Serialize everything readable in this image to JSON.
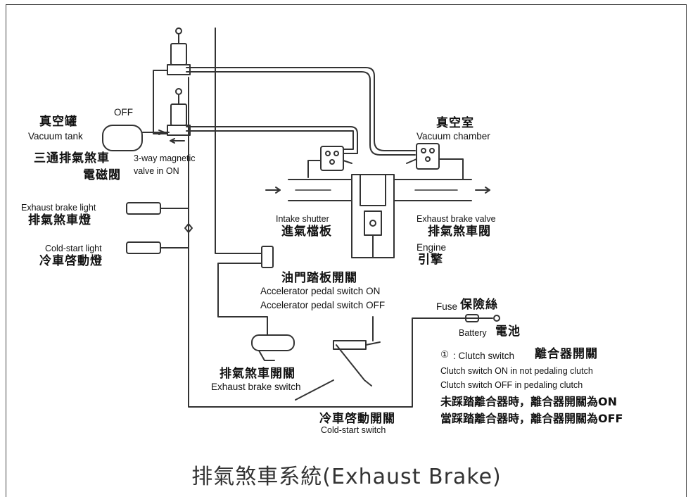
{
  "title": "排氣煞車系統(Exhaust Brake)",
  "labels": {
    "off": "OFF",
    "vacuum_tank_zh": "真空罐",
    "vacuum_tank_en": "Vacuum tank",
    "three_way_zh_1": "三通排氣煞車",
    "three_way_zh_2": "電磁閥",
    "three_way_en_1": "3-way magnetic",
    "three_way_en_2": "valve in ON",
    "vacuum_chamber_zh": "真空室",
    "vacuum_chamber_en": "Vacuum chamber",
    "exhaust_light_en": "Exhaust brake light",
    "exhaust_light_zh": "排氣煞車燈",
    "cold_light_en": "Cold-start light",
    "cold_light_zh": "冷車啓動燈",
    "intake_shutter_en": "Intake shutter",
    "intake_shutter_zh": "進氣檔板",
    "exhaust_valve_en": "Exhaust brake valve",
    "exhaust_valve_zh": "排氣煞車閥",
    "engine_en": "Engine",
    "engine_zh": "引擎",
    "accel_switch_zh": "油門踏板開關",
    "accel_switch_on": "Accelerator pedal switch ON",
    "accel_switch_off": "Accelerator pedal switch OFF",
    "fuse_en": "Fuse",
    "fuse_zh": "保險絲",
    "battery_en": "Battery",
    "battery_zh": "電池",
    "clutch_marker": "①",
    "clutch_en": ": Clutch switch",
    "clutch_zh": "離合器開關",
    "clutch_on": "Clutch switch ON in not pedaling clutch",
    "clutch_off": "Clutch switch OFF in pedaling clutch",
    "clutch_zh_on": "未踩踏離合器時，離合器開關為ON",
    "clutch_zh_off": "當踩踏離合器時，離合器開關為OFF",
    "exhaust_switch_zh": "排氣煞車開關",
    "exhaust_switch_en": "Exhaust brake switch",
    "cold_switch_zh": "冷車啓動開關",
    "cold_switch_en": "Cold-start switch"
  },
  "colors": {
    "line": "#333333",
    "text": "#111111",
    "title": "#333333"
  }
}
